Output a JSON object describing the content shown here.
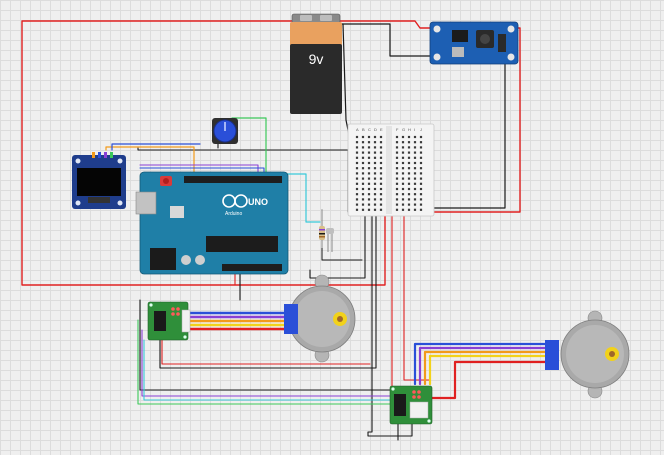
{
  "battery": {
    "voltage_label": "9v"
  },
  "arduino": {
    "logo_text": "UNO",
    "brand_text": "Arduino"
  },
  "breadboard": {
    "column_letters_left": [
      "A",
      "B",
      "C",
      "D",
      "E"
    ],
    "column_letters_right": [
      "F",
      "G",
      "H",
      "I",
      "J"
    ]
  },
  "colors": {
    "wire_red": "#e02020",
    "wire_black": "#1a1a1a",
    "wire_green": "#3cc85a",
    "wire_cyan": "#39c9d9",
    "wire_blue": "#2a4fd8",
    "wire_purple": "#8a3fd4",
    "wire_orange": "#f29a1a",
    "wire_yellow": "#f2d21a",
    "wire_brown": "#a0682a",
    "arduino_blue": "#1f7fa7",
    "driver_green": "#2f8f3a",
    "buck_blue": "#1d5fb3"
  }
}
